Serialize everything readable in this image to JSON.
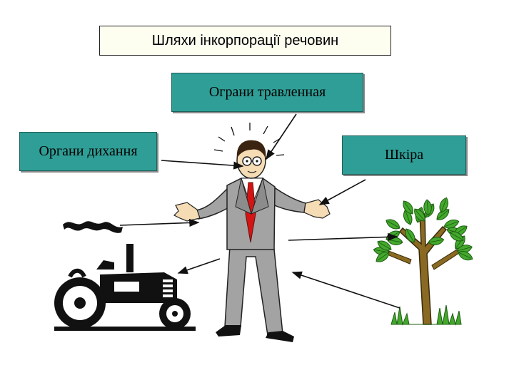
{
  "diagram": {
    "title": "Шляхи інкорпорації речовин",
    "routes": {
      "digestive": "Ограни травленная",
      "respiratory": "Органи дихання",
      "skin": "Шкіра"
    }
  },
  "colors": {
    "box_fill": "#2f9e96",
    "title_fill": "#fdfdf0",
    "suit": "#a3a3a3",
    "tie": "#d41414",
    "leaf": "#43a82c",
    "trunk": "#8a6a22"
  },
  "illustrations": [
    "man-in-suit",
    "tractor",
    "tree"
  ]
}
